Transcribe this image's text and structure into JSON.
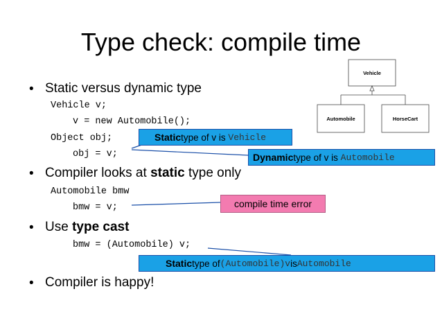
{
  "slide": {
    "title": "Type check: compile time",
    "bullets": [
      "Static versus dynamic type",
      "Compiler looks at ",
      "Use ",
      "Compiler is happy!"
    ],
    "bullet2_bold": "static",
    "bullet2_tail": " type only",
    "bullet3_bold": "type cast",
    "code": {
      "l1": "Vehicle v;",
      "l2": "v = new Automobile();",
      "l3": "Object obj;",
      "l4": "obj = v;",
      "l5": "Automobile bmw",
      "l6": "bmw = v;",
      "l7": "bmw = (Automobile) v;"
    },
    "callouts": {
      "c1_bold": "Static",
      "c1_text": " type of v is ",
      "c1_mono": "Vehicle",
      "c2_bold": "Dynamic",
      "c2_text": " type of v is ",
      "c2_mono": "Automobile",
      "c3_text": "compile time error",
      "c4_bold": "Static",
      "c4_text": " type of ",
      "c4_mono": "(Automobile)v",
      "c4_text2": " is ",
      "c4_mono2": "Automobile"
    },
    "uml": {
      "parent": "Vehicle",
      "child1": "Automobile",
      "child2": "HorseCart"
    }
  },
  "colors": {
    "callout_blue": "#1aa1e6",
    "error_pink": "#f37bb0"
  }
}
